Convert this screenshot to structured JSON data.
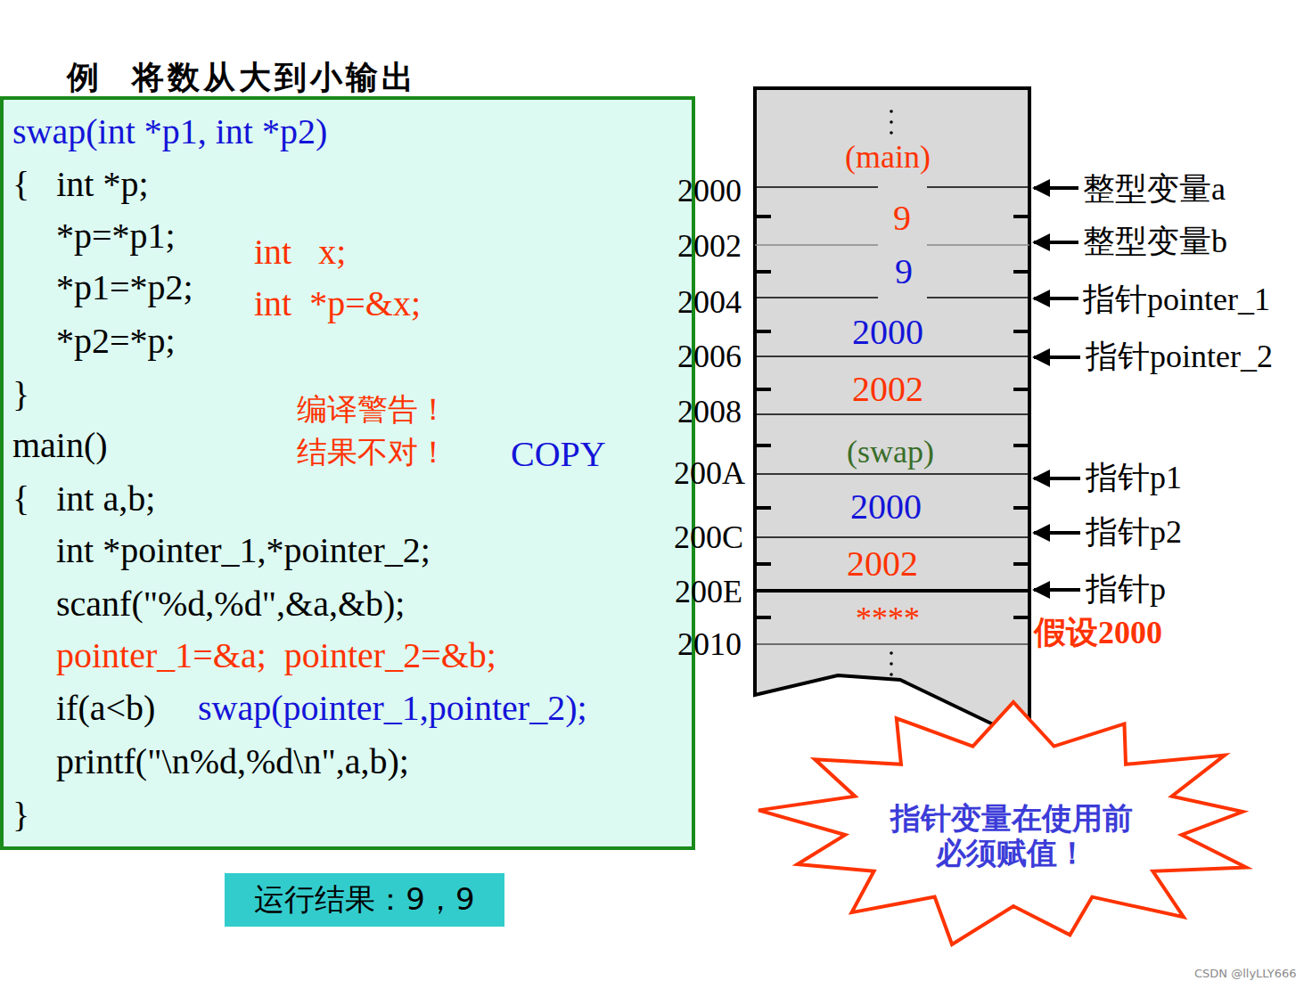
{
  "diagram": {
    "title": "例  将数从大到小输出",
    "nodes": [
      {
        "text": [
          "swap(int *p1, int *p2)",
          "{   int *p;",
          "*p=*p1;",
          "*p1=*p2;",
          "*p2=*p;",
          "}",
          "main()",
          "{   int a,b;",
          "int *pointer_1,*pointer_2;",
          "scanf(\"%d,%d\",&a,&b);",
          "pointer_1=&a;  pointer_2=&b;",
          "if(a<b)",
          "swap(pointer_1,pointer_2);",
          "printf(\"\\n%d,%d\\n\",a,b);",
          "}",
          "int   x;",
          "int  *p=&x;",
          "编译警告！",
          "结果不对！"
        ]
      },
      {
        "text": [
          "(main)",
          "9",
          "9",
          "2000",
          "2002",
          "(swap)",
          "2000",
          "2002",
          "****"
        ]
      },
      {
        "text": [
          "指针变量在使用前 必须赋值！"
        ]
      },
      {
        "text": [
          "运行结果：9，9"
        ]
      }
    ],
    "labels": [
      "COPY",
      "2000",
      "2002",
      "2004",
      "2006",
      "2008",
      "200A",
      "200C",
      "200E",
      "2010",
      "整型变量a",
      "整型变量b",
      "指针pointer_1",
      "指针pointer_2",
      "指针p1",
      "指针p2",
      "指针p",
      "假设2000",
      "CSDN @llyLLY666"
    ]
  }
}
